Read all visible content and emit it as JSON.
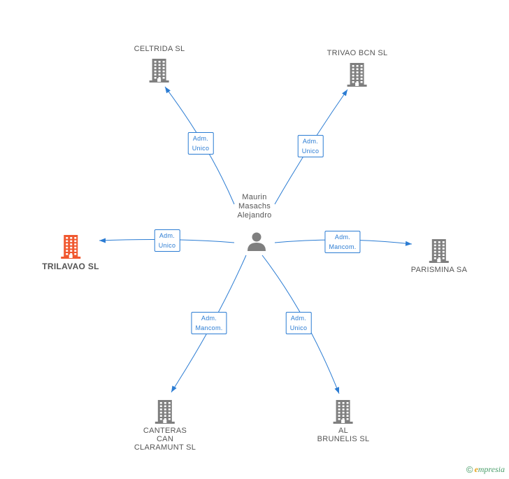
{
  "colors": {
    "edge": "#2b7cd3",
    "company_icon": "#7f7f7f",
    "company_icon_highlight": "#f0582f",
    "person_icon": "#7f7f7f",
    "text": "#555555"
  },
  "person": {
    "name_lines": [
      "Maurin",
      "Masachs",
      "Alejandro"
    ],
    "icon": "person-icon"
  },
  "companies": [
    {
      "id": "celtrida",
      "name_lines": [
        "CELTRIDA SL"
      ],
      "highlight": false,
      "icon": "building-icon"
    },
    {
      "id": "trivao",
      "name_lines": [
        "TRIVAO BCN SL"
      ],
      "highlight": false,
      "icon": "building-icon"
    },
    {
      "id": "trilavao",
      "name_lines": [
        "TRILAVAO SL"
      ],
      "highlight": true,
      "icon": "building-icon"
    },
    {
      "id": "parismina",
      "name_lines": [
        "PARISMINA SA"
      ],
      "highlight": false,
      "icon": "building-icon"
    },
    {
      "id": "canteras",
      "name_lines": [
        "CANTERAS",
        "CAN",
        "CLARAMUNT SL"
      ],
      "highlight": false,
      "icon": "building-icon"
    },
    {
      "id": "albrunelis",
      "name_lines": [
        "AL",
        "BRUNELIS SL"
      ],
      "highlight": false,
      "icon": "building-icon"
    }
  ],
  "relations": [
    {
      "to": "celtrida",
      "role_lines": [
        "Adm.",
        "Unico"
      ]
    },
    {
      "to": "trivao",
      "role_lines": [
        "Adm.",
        "Unico"
      ]
    },
    {
      "to": "trilavao",
      "role_lines": [
        "Adm.",
        "Unico"
      ]
    },
    {
      "to": "parismina",
      "role_lines": [
        "Adm.",
        "Mancom."
      ]
    },
    {
      "to": "canteras",
      "role_lines": [
        "Adm.",
        "Mancom."
      ]
    },
    {
      "to": "albrunelis",
      "role_lines": [
        "Adm.",
        "Unico"
      ]
    }
  ],
  "footer": {
    "copyright": "©",
    "brand_initial": "e",
    "brand_rest": "mpresia"
  }
}
